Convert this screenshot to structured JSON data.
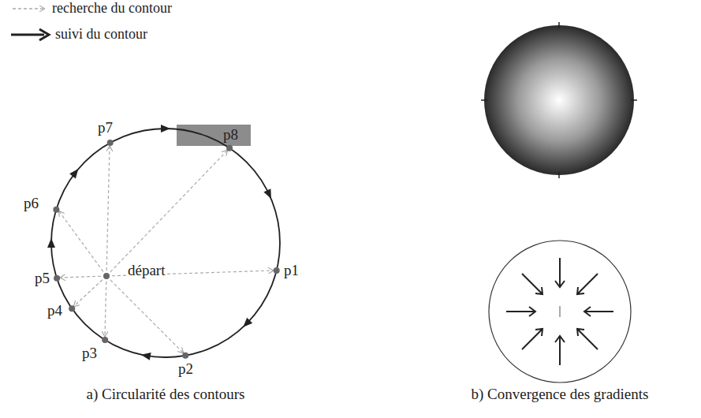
{
  "diagram": {
    "labels": [
      "p7",
      "p8",
      "p6",
      "départ",
      "p1",
      "p5",
      "p4",
      "p3",
      "p2",
      "a) Circularité des contours",
      "b) Convergence des gradients"
    ],
    "legend": [
      {
        "text": "recherche du contour"
      },
      {
        "text": "suivi du contour"
      }
    ]
  }
}
